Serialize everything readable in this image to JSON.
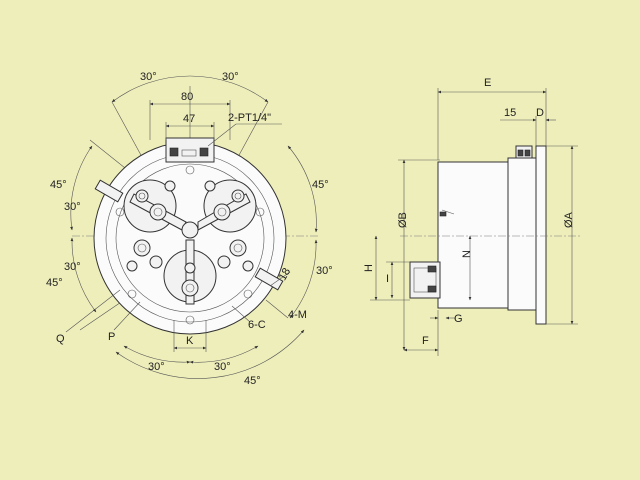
{
  "front_view": {
    "angles": {
      "top_left": "30°",
      "top_right": "30°",
      "left_upper": "45°",
      "left_mid": "30°",
      "left_lower": "30°",
      "left_bottom": "45°",
      "right_upper": "45°",
      "right_lower": "30°",
      "bottom_left": "30°",
      "bottom_right": "30°",
      "bottom_far": "45°"
    },
    "dims": {
      "width_80": "80",
      "width_47": "47",
      "port": "2-PT1/4\"",
      "slot_18": "18",
      "k": "K",
      "q": "Q",
      "p": "P",
      "c": "6-C",
      "m": "4-M"
    }
  },
  "side_view": {
    "labels": {
      "e": "E",
      "dim_15": "15",
      "d": "D",
      "b": "ØB",
      "a": "ØA",
      "n": "N",
      "h": "H",
      "i": "I",
      "g": "G",
      "f": "F"
    }
  }
}
